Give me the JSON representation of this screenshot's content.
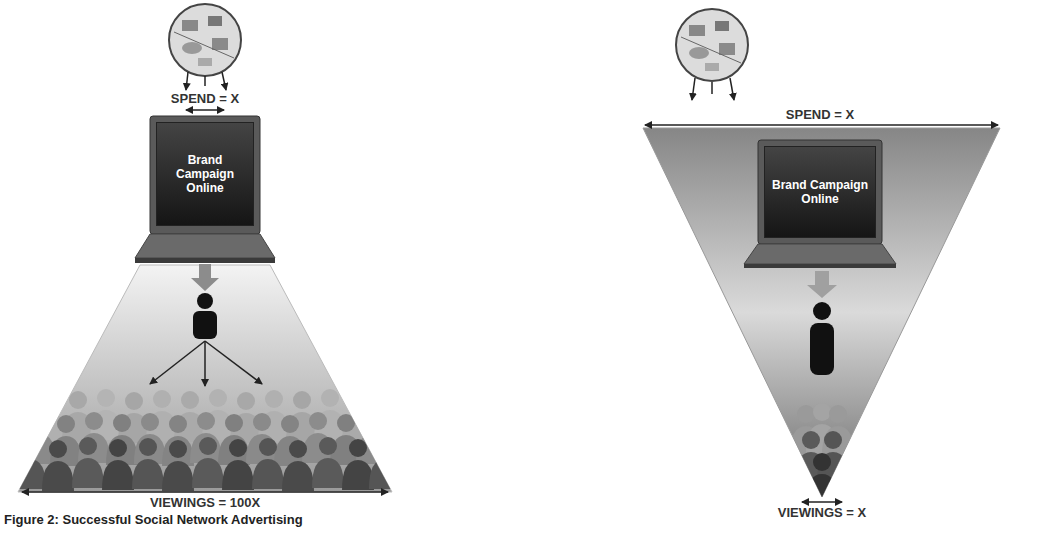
{
  "diagram": {
    "caption": "Figure 2: Successful Social Network Advertising",
    "nodes": [
      {
        "text": [
          "Brand Campaign Online"
        ]
      },
      {
        "text": [
          "Brand Campaign Online"
        ]
      }
    ],
    "labels": [
      "SPEND = X",
      "VIEWINGS = 100X",
      "SPEND = X",
      "VIEWINGS = X"
    ]
  }
}
